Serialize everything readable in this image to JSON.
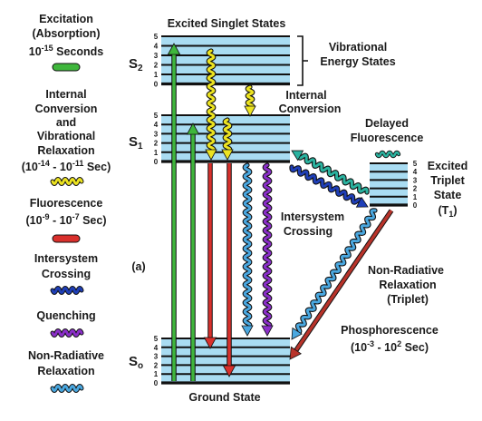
{
  "legend": [
    {
      "key": "excitation",
      "lines": [
        "Excitation",
        "(Absorption)",
        "10^-15 Seconds"
      ],
      "color": "#3fb63c",
      "style": "straight",
      "icon": "straight-arrow-icon"
    },
    {
      "key": "internal",
      "lines": [
        "Internal",
        "Conversion",
        "and",
        "Vibrational",
        "Relaxation",
        "(10^-14 - 10^-11 Sec)"
      ],
      "color": "#ece320",
      "style": "wavy",
      "icon": "wavy-arrow-icon"
    },
    {
      "key": "fluorescence",
      "lines": [
        "Fluorescence",
        "(10^-9 - 10^-7 Sec)"
      ],
      "color": "#d9302c",
      "style": "straight",
      "icon": "straight-arrow-icon"
    },
    {
      "key": "isc",
      "lines": [
        "Intersystem",
        "Crossing"
      ],
      "color": "#1f3fb8",
      "style": "wavy",
      "icon": "wavy-arrow-icon"
    },
    {
      "key": "quenching",
      "lines": [
        "Quenching"
      ],
      "color": "#8b2fc9",
      "style": "wavy",
      "icon": "wavy-arrow-icon"
    },
    {
      "key": "nonrad",
      "lines": [
        "Non-Radiative",
        "Relaxation"
      ],
      "color": "#4aa8e0",
      "style": "wavy",
      "icon": "wavy-arrow-icon"
    }
  ],
  "states": {
    "s2": {
      "symbol": "S",
      "subscript": "2",
      "title": "Excited Singlet States"
    },
    "s1": {
      "symbol": "S",
      "subscript": "1"
    },
    "s0": {
      "symbol": "S",
      "subscript": "o",
      "title": "Ground State"
    },
    "t1": {
      "lines": [
        "Excited",
        "Triplet",
        "State",
        "(T",
        "1",
        ")"
      ]
    }
  },
  "level_labels": [
    "0",
    "1",
    "2",
    "3",
    "4",
    "5"
  ],
  "annotations": {
    "vibrational": [
      "Vibrational",
      "Energy States"
    ],
    "internal_conversion": [
      "Internal",
      "Conversion"
    ],
    "delayed_fluorescence": [
      "Delayed",
      "Fluorescence"
    ],
    "intersystem_crossing": [
      "Intersystem",
      "Crossing"
    ],
    "non_radiative_triplet": [
      "Non-Radiative",
      "Relaxation",
      "(Triplet)"
    ],
    "phosphorescence": [
      "Phosphorescence",
      "(10^-3 - 10^2 Sec)"
    ],
    "panel_label": "(a)"
  },
  "colors": {
    "level_band": "#a9dcf2",
    "level_line": "#111111",
    "green": "#3fb63c",
    "yellow": "#ece320",
    "red": "#d9302c",
    "blue": "#1f3fb8",
    "purple": "#8b2fc9",
    "lightblue": "#4aa8e0",
    "teal": "#2bb3a0",
    "darkred": "#b8332a"
  }
}
